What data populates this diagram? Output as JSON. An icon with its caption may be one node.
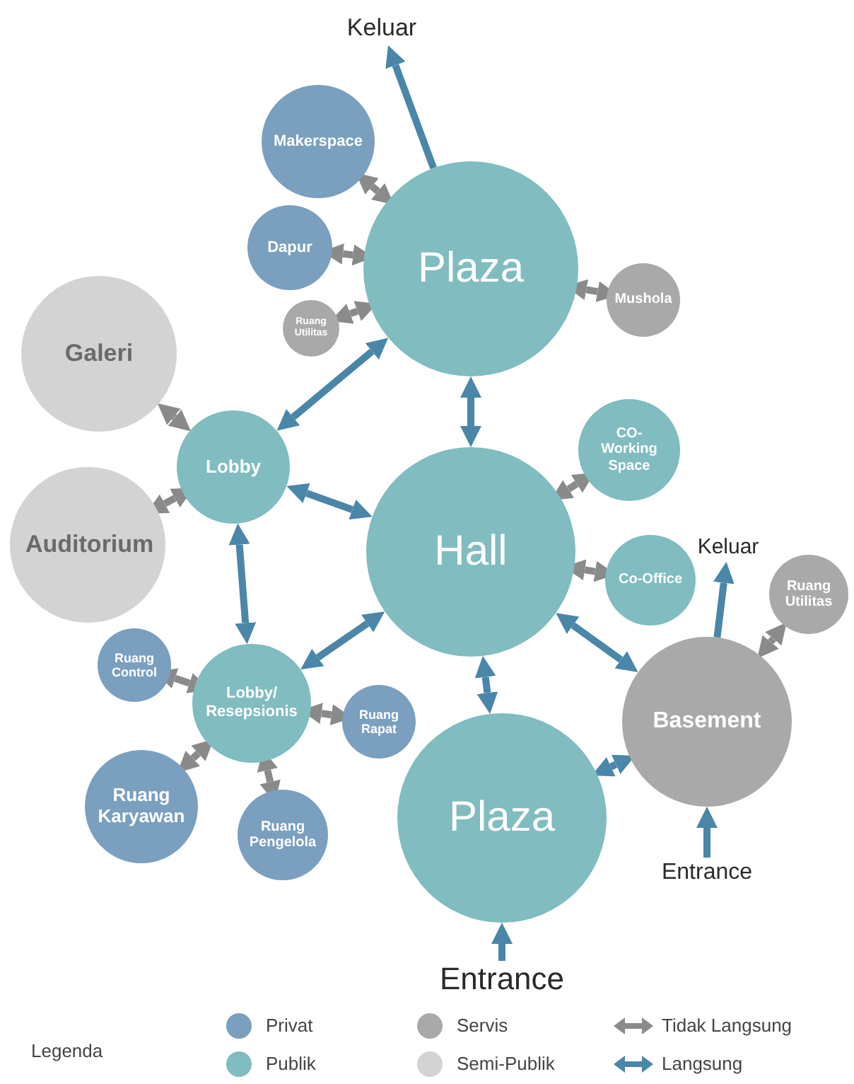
{
  "diagram": {
    "nodes": [
      {
        "text": [
          "Keluar"
        ]
      },
      {
        "text": [
          "Makerspace"
        ]
      },
      {
        "text": [
          "Plaza"
        ]
      },
      {
        "text": [
          "Dapur"
        ]
      },
      {
        "text": [
          "Ruang Utilitas"
        ]
      },
      {
        "text": [
          "Mushola"
        ]
      },
      {
        "text": [
          "Galeri"
        ]
      },
      {
        "text": [
          "Lobby"
        ]
      },
      {
        "text": [
          "CO-Working Space"
        ]
      },
      {
        "text": [
          "Auditorium"
        ]
      },
      {
        "text": [
          "Hall"
        ]
      },
      {
        "text": [
          "Co-Office"
        ]
      },
      {
        "text": [
          "Keluar"
        ]
      },
      {
        "text": [
          "Ruang Utilitas"
        ]
      },
      {
        "text": [
          "Ruang Control"
        ]
      },
      {
        "text": [
          "Lobby/ Resepsionis"
        ]
      },
      {
        "text": [
          "Ruang Rapat"
        ]
      },
      {
        "text": [
          "Basement"
        ]
      },
      {
        "text": [
          "Ruang Karyawan"
        ]
      },
      {
        "text": [
          "Ruang Pengelola"
        ]
      },
      {
        "text": [
          "Plaza"
        ]
      },
      {
        "text": [
          "Entrance"
        ]
      },
      {
        "text": [
          "Entrance"
        ]
      }
    ],
    "edges": [
      {
        "from": 2,
        "to": 0,
        "arrow": "to",
        "color": "#4a86a8"
      },
      {
        "from": 1,
        "to": 2,
        "arrow": "both"
      },
      {
        "from": 3,
        "to": 2,
        "arrow": "both"
      },
      {
        "from": 4,
        "to": 2,
        "arrow": "both"
      },
      {
        "from": 5,
        "to": 2,
        "arrow": "both"
      },
      {
        "from": 7,
        "to": 2,
        "arrow": "both",
        "color": "#4a86a8"
      },
      {
        "from": 2,
        "to": 10,
        "arrow": "both",
        "color": "#4a86a8"
      },
      {
        "from": 6,
        "to": 7,
        "arrow": "both"
      },
      {
        "from": 9,
        "to": 7,
        "arrow": "both"
      },
      {
        "from": 7,
        "to": 10,
        "arrow": "both",
        "color": "#4a86a8"
      },
      {
        "from": 8,
        "to": 10,
        "arrow": "both"
      },
      {
        "from": 11,
        "to": 10,
        "arrow": "both"
      },
      {
        "from": 7,
        "to": 15,
        "arrow": "both",
        "color": "#4a86a8"
      },
      {
        "from": 15,
        "to": 10,
        "arrow": "both",
        "color": "#4a86a8"
      },
      {
        "from": 10,
        "to": 17,
        "arrow": "both",
        "color": "#4a86a8"
      },
      {
        "from": 10,
        "to": 20,
        "arrow": "both",
        "color": "#4a86a8"
      },
      {
        "from": 17,
        "to": 12,
        "arrow": "to",
        "color": "#4a86a8"
      },
      {
        "from": 13,
        "to": 17,
        "arrow": "both"
      },
      {
        "from": 14,
        "to": 15,
        "arrow": "both"
      },
      {
        "from": 16,
        "to": 15,
        "arrow": "both"
      },
      {
        "from": 18,
        "to": 15,
        "arrow": "both"
      },
      {
        "from": 19,
        "to": 15,
        "arrow": "both"
      },
      {
        "from": 20,
        "to": 17,
        "arrow": "both",
        "color": "#4a86a8"
      },
      {
        "from": 21,
        "to": 17,
        "arrow": "to",
        "color": "#4a86a8"
      },
      {
        "from": 22,
        "to": 20,
        "arrow": "to",
        "color": "#4a86a8"
      }
    ],
    "labels": [
      "Legenda"
    ],
    "legend": [
      {
        "text": "Privat",
        "color": "#7a9fbf"
      },
      {
        "text": "Servis",
        "color": "#a9a9a9"
      },
      {
        "text": "Tidak Langsung"
      },
      {
        "text": "Publik",
        "color": "#80bcc0"
      },
      {
        "text": "Semi-Publik",
        "color": "#d3d3d3"
      },
      {
        "text": "Langsung"
      }
    ]
  }
}
